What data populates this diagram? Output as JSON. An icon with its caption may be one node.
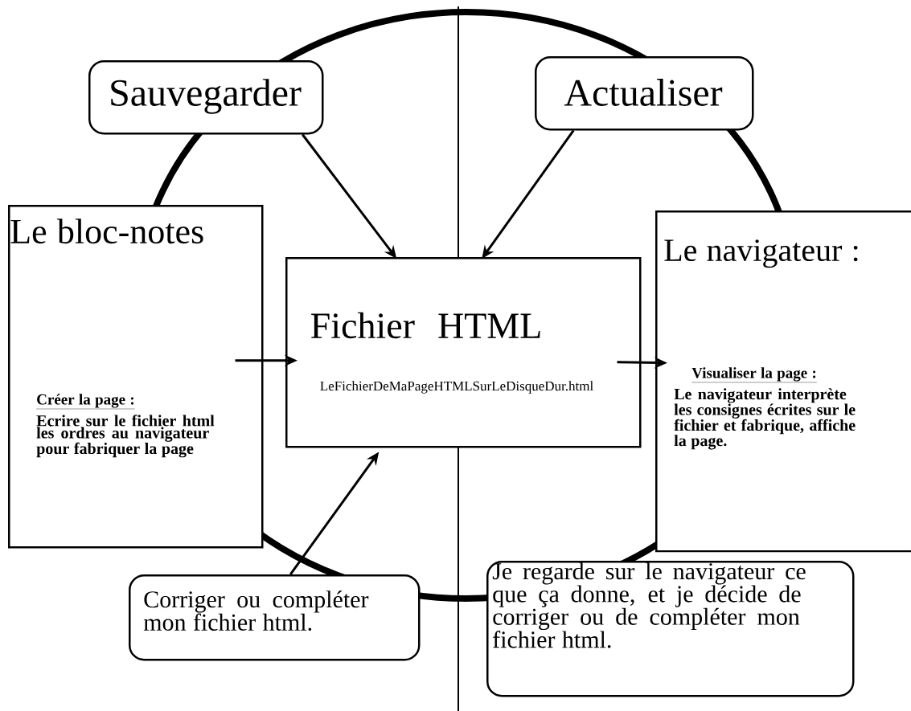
{
  "diagram": {
    "nodes": [
      {
        "text": [
          "Sauvegarder"
        ]
      },
      {
        "text": [
          "Actualiser"
        ]
      },
      {
        "text": [
          "Le bloc-notes",
          "Créer la page :",
          "Ecrire sur le fichier html les ordres au navigateur pour fabriquer la page"
        ]
      },
      {
        "text": [
          "Fichier HTML",
          "LeFichierDeMaPageHTMLSurLeDisqueDur.html"
        ]
      },
      {
        "text": [
          "Le navigateur :",
          "Visualiser la page :",
          "Le navigateur interprète les consignes écrites sur le fichier et fabrique, affiche la page."
        ]
      },
      {
        "text": [
          "Corriger ou compléter mon fichier html."
        ]
      },
      {
        "text": [
          "Je regarde sur le navigateur ce que ça donne, et je décide de corriger ou de compléter mon fichier html."
        ]
      }
    ],
    "edges": [
      {
        "from": 0,
        "to": 3,
        "arrow": "to"
      },
      {
        "from": 1,
        "to": 3,
        "arrow": "to"
      },
      {
        "from": 2,
        "to": 3,
        "arrow": "to"
      },
      {
        "from": 3,
        "to": 4,
        "arrow": "to"
      },
      {
        "from": 5,
        "to": 3,
        "arrow": "to"
      }
    ]
  }
}
